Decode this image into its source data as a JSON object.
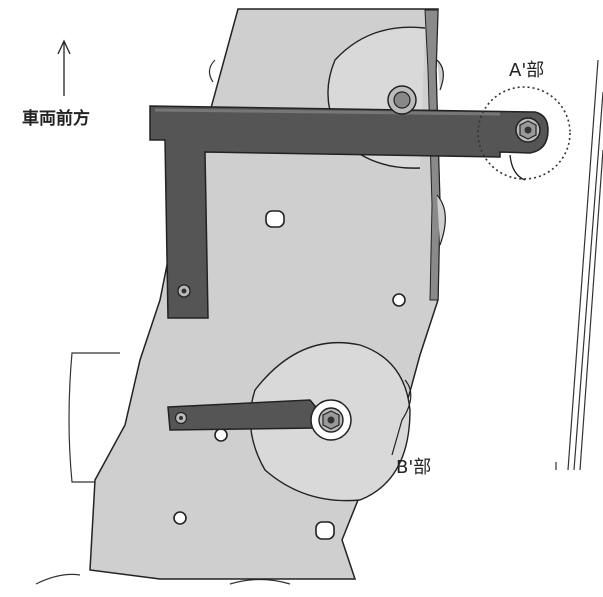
{
  "labels": {
    "vehicle_front": "車両前方",
    "part_a": "A'部",
    "part_b": "B'部"
  },
  "colors": {
    "plate": "#cfcfcf",
    "bracket": "#555555",
    "outline": "#222222",
    "background": "#ffffff"
  }
}
